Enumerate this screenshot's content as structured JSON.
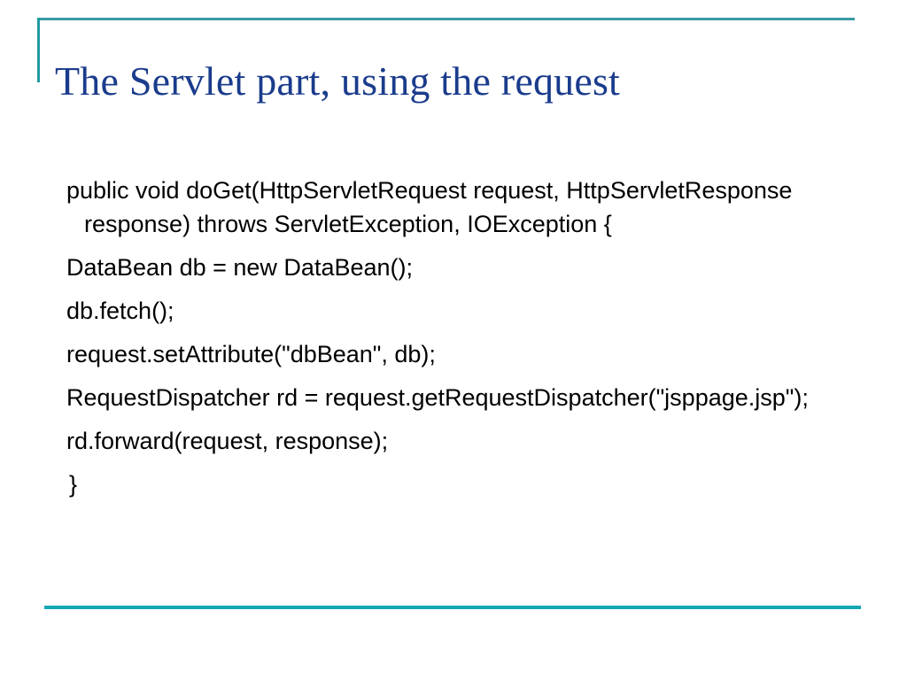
{
  "slide": {
    "title": "The Servlet part, using the request",
    "colors": {
      "title_text": "#1a3c8c",
      "rule_top": "#3a9aa4",
      "rule_left": "#1f9ba0",
      "rule_bottom": "#14a7b5",
      "body_text": "#000000",
      "background": "#ffffff"
    },
    "body": {
      "lines": [
        "public void doGet(HttpServletRequest request, HttpServletResponse response) throws ServletException, IOException {",
        "DataBean db = new DataBean();",
        "db.fetch();",
        "request.setAttribute(\"dbBean\", db);",
        "RequestDispatcher rd = request.getRequestDispatcher(\"jsppage.jsp\");",
        "rd.forward(request, response);",
        "}"
      ]
    }
  }
}
